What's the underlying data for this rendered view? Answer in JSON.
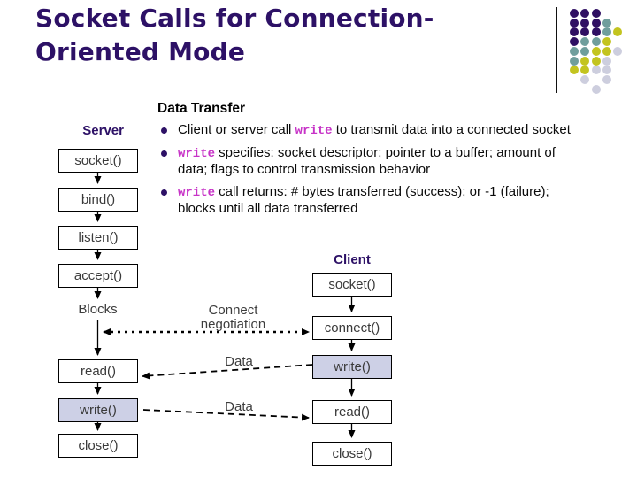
{
  "title": "Socket Calls for Connection-Oriented Mode",
  "content": {
    "heading": "Data Transfer",
    "bullets": [
      [
        {
          "t": "Client or server call "
        },
        {
          "t": "write",
          "code": true
        },
        {
          "t": " to transmit data into a connected socket"
        }
      ],
      [
        {
          "t": "write",
          "code": true
        },
        {
          "t": " specifies: socket descriptor; pointer to a buffer; amount of data; flags to control transmission behavior"
        }
      ],
      [
        {
          "t": "write",
          "code": true
        },
        {
          "t": " call returns: # bytes transferred (success); or -1 (failure); blocks until all data transferred"
        }
      ]
    ]
  },
  "diagram": {
    "server_label": "Server",
    "client_label": "Client",
    "blocks_label": "Blocks",
    "connect_negotiation_label": "Connect negotiation",
    "data_labels": [
      "Data",
      "Data"
    ],
    "server_boxes": [
      {
        "label": "socket()"
      },
      {
        "label": "bind()"
      },
      {
        "label": "listen()"
      },
      {
        "label": "accept()"
      },
      {
        "label": "read()"
      },
      {
        "label": "write()",
        "highlighted": true
      },
      {
        "label": "close()"
      }
    ],
    "client_boxes": [
      {
        "label": "socket()"
      },
      {
        "label": "connect()"
      },
      {
        "label": "write()",
        "highlighted": true
      },
      {
        "label": "read()"
      },
      {
        "label": "close()"
      }
    ],
    "highlight_fill": "#cdd0e6"
  },
  "decor": {
    "dot_rows": [
      "PPP..",
      "PPPT.",
      "PPPTY",
      "PTTY.",
      "TTYYG",
      "TYYG.",
      "YYGG.",
      ".G.G.",
      "..G.."
    ],
    "dot_colors": {
      "P": "#2f0f62",
      "T": "#6f9e9c",
      "Y": "#c3c41f",
      "G": "#cdcede"
    },
    "title_color": "#2d1166",
    "code_color": "#c733c7"
  }
}
